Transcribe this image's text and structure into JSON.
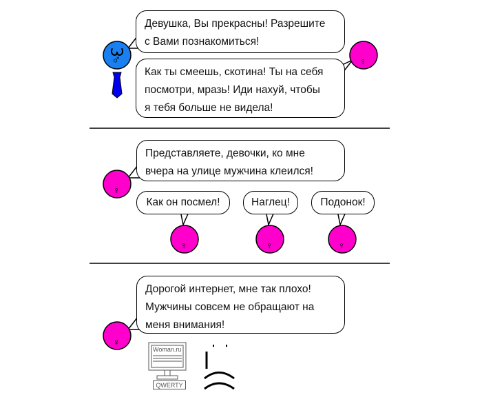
{
  "panels": [
    {
      "bubbles": [
        {
          "lines": [
            "Девушка, Вы прекрасны! Разрешите",
            "с Вами познакомиться!"
          ]
        },
        {
          "lines": [
            "Как ты смеешь, скотина! Ты на себя",
            "посмотри, мразь! Иди нахуй, чтобы",
            "я тебя больше не видела!"
          ]
        }
      ]
    },
    {
      "bubbles": [
        {
          "lines": [
            "Представляете, девочки, ко мне",
            "вчера на улице мужчина клеился!"
          ]
        },
        {
          "lines": [
            "Как он посмел!"
          ]
        },
        {
          "lines": [
            "Наглец!"
          ]
        },
        {
          "lines": [
            "Подонок!"
          ]
        }
      ]
    },
    {
      "bubbles": [
        {
          "lines": [
            "Дорогой интернет, мне так плохо!",
            "Мужчины совсем не обращают на",
            "меня внимания!"
          ]
        }
      ],
      "computer": {
        "screen_title": "Woman.ru",
        "keyboard_label": "QWERTY"
      }
    }
  ],
  "symbols": {
    "male": "♂",
    "female": "♀"
  },
  "colors": {
    "male": "#1a7ff0",
    "female": "#ff00cc",
    "tie": "#0000ee"
  }
}
